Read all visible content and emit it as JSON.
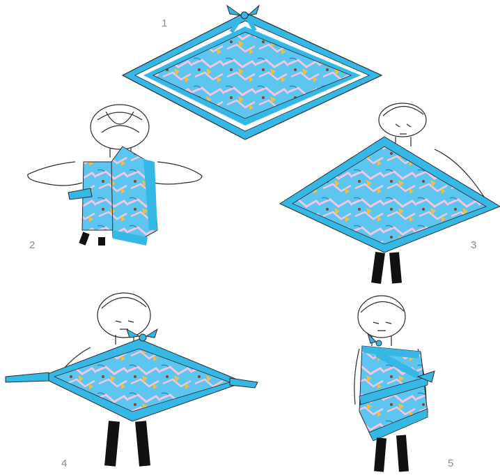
{
  "steps": [
    {
      "number": "1"
    },
    {
      "number": "2"
    },
    {
      "number": "3"
    },
    {
      "number": "4"
    },
    {
      "number": "5"
    }
  ],
  "colors": {
    "scarf_border": "#35b8e6",
    "scarf_fill": "#5cc6f0",
    "scarf_pattern_pink": "#f4c6e4",
    "scarf_pattern_gold": "#e8c04a",
    "line": "#2a2a2a",
    "legs": "#111111",
    "number_text": "#8a8a8a"
  },
  "icons": [
    "scarf-square-icon",
    "knot-icon",
    "figure-outline-icon"
  ]
}
